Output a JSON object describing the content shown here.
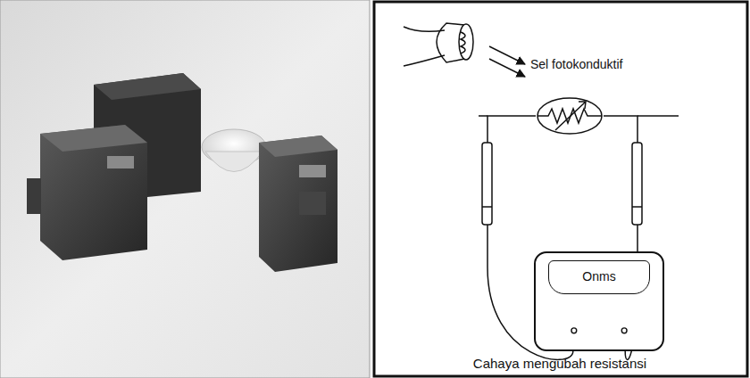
{
  "diagram": {
    "caption": "Cahaya mengubah resistansi",
    "nodes": [
      {
        "text": [
          "Sel fotokonduktif"
        ]
      },
      {
        "text": [
          "Onms"
        ]
      }
    ],
    "edges": [
      {
        "from": 0,
        "to": 1,
        "arrow": "none"
      },
      {
        "from": 0,
        "to": 1,
        "arrow": "none"
      }
    ]
  }
}
